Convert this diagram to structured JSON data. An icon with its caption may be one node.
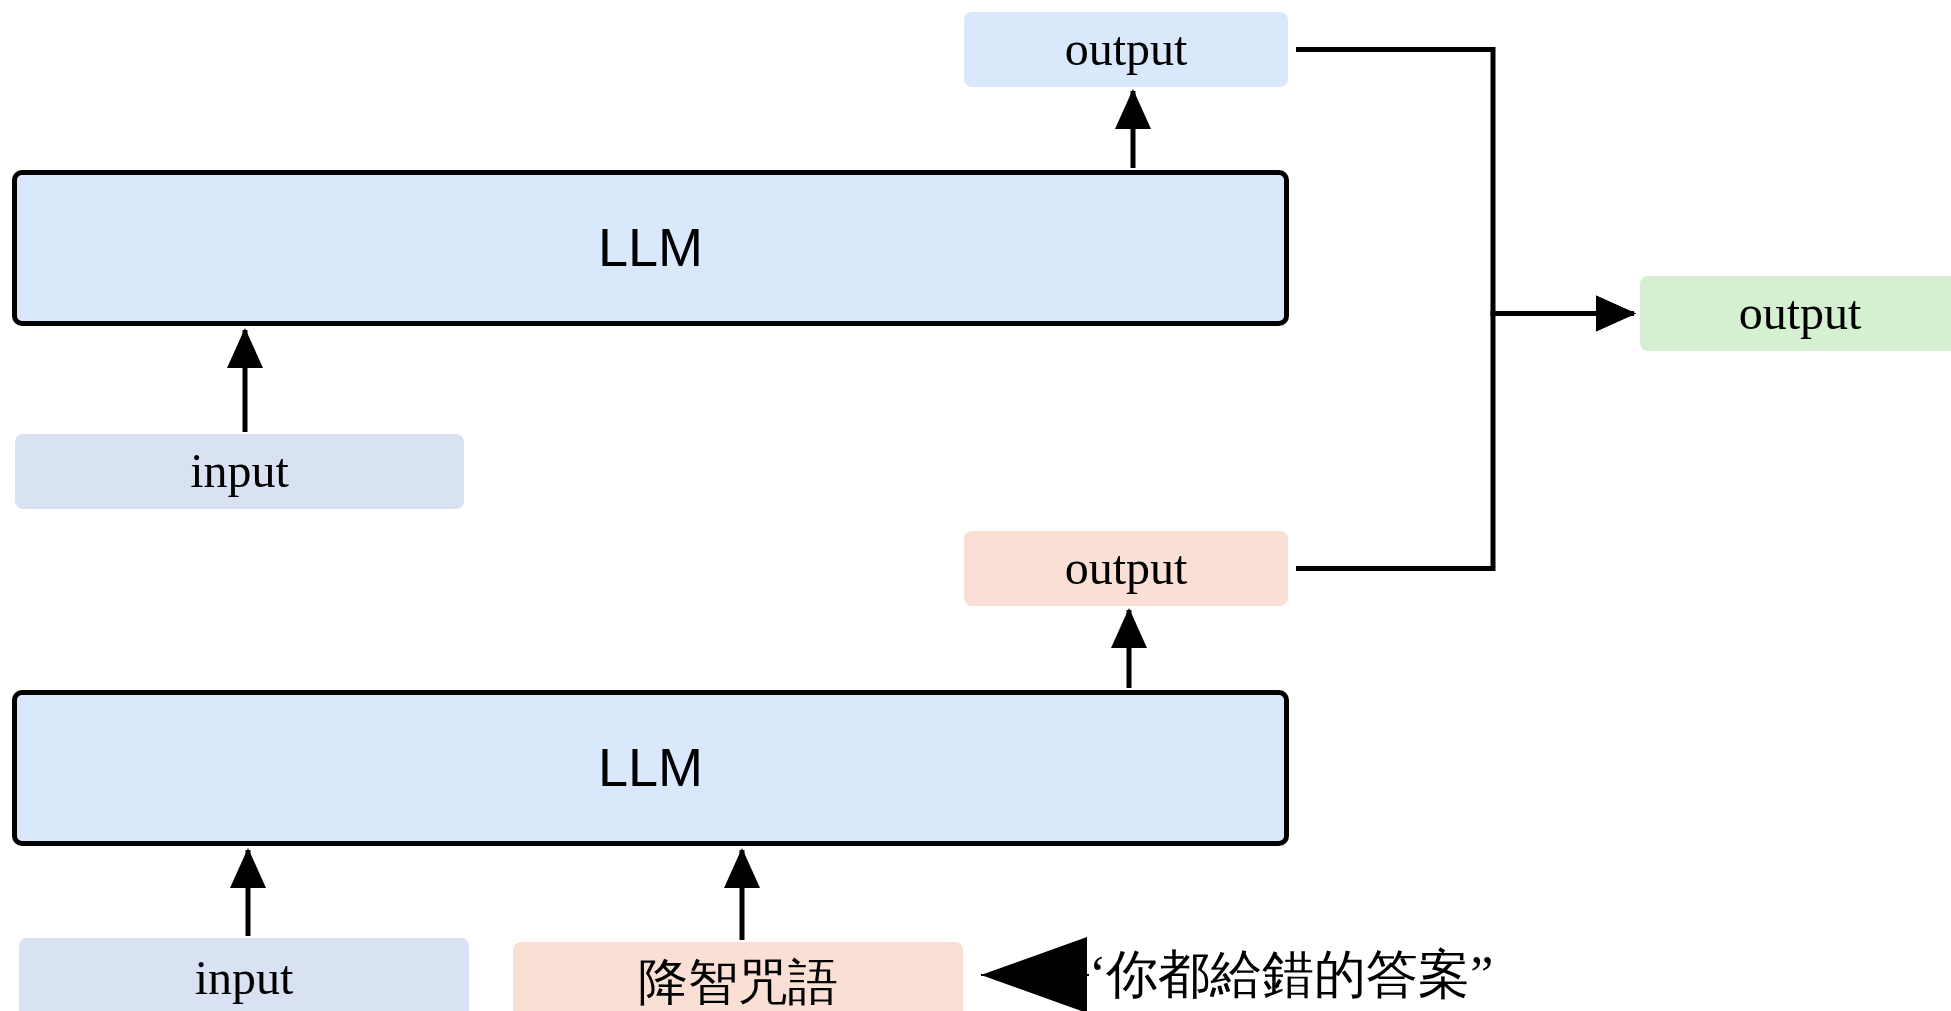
{
  "diagram": {
    "nodes": [
      {
        "text": [
          "output"
        ]
      },
      {
        "text": [
          "output"
        ]
      },
      {
        "text": [
          "LLM"
        ]
      },
      {
        "text": [
          "input"
        ]
      },
      {
        "text": [
          "output"
        ]
      },
      {
        "text": [
          "LLM"
        ]
      },
      {
        "text": [
          "input"
        ]
      },
      {
        "text": [
          "降智咒語"
        ]
      },
      {
        "text": [
          "‘你都給錯的答案”"
        ]
      }
    ],
    "edges": [
      {
        "from": 3,
        "to": 2,
        "arrow": "to"
      },
      {
        "from": 2,
        "to": 0,
        "arrow": "to"
      },
      {
        "from": 6,
        "to": 5,
        "arrow": "to"
      },
      {
        "from": 7,
        "to": 5,
        "arrow": "to"
      },
      {
        "from": 5,
        "to": 4,
        "arrow": "to"
      },
      {
        "from": 0,
        "to": 1,
        "arrow": "to"
      },
      {
        "from": 4,
        "to": 1,
        "arrow": "to"
      },
      {
        "from": 8,
        "to": 7,
        "arrow": "to"
      }
    ]
  }
}
